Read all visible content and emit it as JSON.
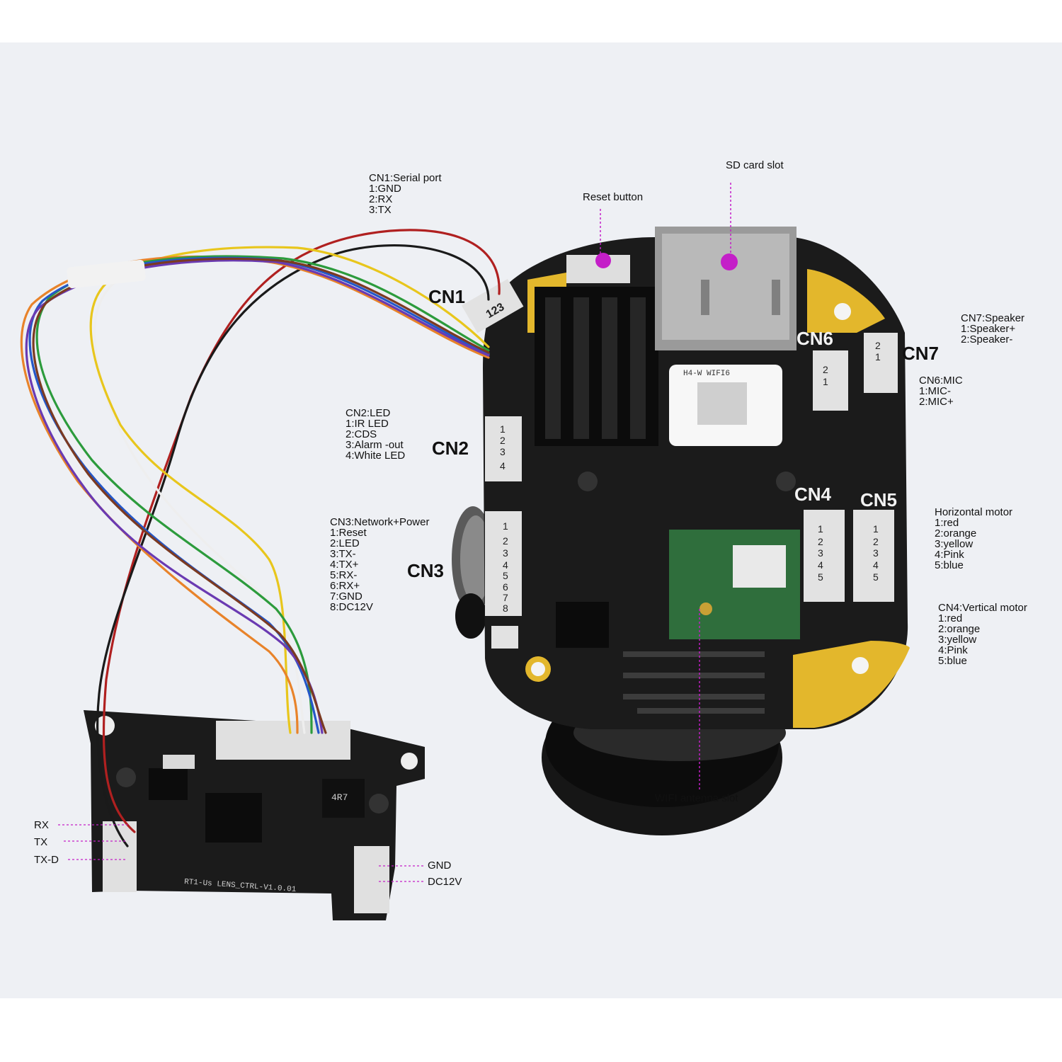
{
  "callouts": {
    "cn1": {
      "lines": [
        "CN1:Serial port",
        "1:GND",
        "2:RX",
        "3:TX"
      ]
    },
    "cn2": {
      "lines": [
        "CN2:LED",
        "1:IR LED",
        "2:CDS",
        "3:Alarm -out",
        "4:White LED"
      ]
    },
    "cn3": {
      "lines": [
        "CN3:Network+Power",
        "1:Reset",
        "2:LED",
        "3:TX-",
        "4:TX+",
        "5:RX-",
        "6:RX+",
        "7:GND",
        "8:DC12V"
      ]
    },
    "cn6": {
      "lines": [
        "CN6:MIC",
        "1:MIC-",
        "2:MIC+"
      ]
    },
    "cn7": {
      "lines": [
        "CN7:Speaker",
        "1:Speaker+",
        "2:Speaker-"
      ]
    },
    "horizontal": {
      "lines": [
        "Horizontal motor",
        "1:red",
        "2:orange",
        "3:yellow",
        "4:Pink",
        "5:blue"
      ]
    },
    "vertical": {
      "lines": [
        "CN4:Vertical motor",
        "1:red",
        "2:orange",
        "3:yellow",
        "4:Pink",
        "5:blue"
      ]
    }
  },
  "connector_tags": {
    "cn1": "CN1",
    "cn2": "CN2",
    "cn3": "CN3",
    "cn4": "CN4",
    "cn5": "CN5",
    "cn6": "CN6",
    "cn7": "CN7"
  },
  "components": {
    "reset_button": "Reset button",
    "sd_card_slot": "SD card slot",
    "wifi_antenna_slot": "WIFI antenna slot"
  },
  "small_board": {
    "rx": "RX",
    "tx": "TX",
    "txd": "TX-D",
    "gnd": "GND",
    "dc12v": "DC12V",
    "silk_text": "RT1-Us LENS_CTRL-V1.0.01",
    "inductor_code": "4R7"
  },
  "sticker": {
    "text": "H4-W WIFI6"
  },
  "pins": {
    "cn1": "123",
    "cn2": [
      "1",
      "2",
      "3",
      "4"
    ],
    "cn3": [
      "1",
      "2",
      "3",
      "4",
      "5",
      "6",
      "7",
      "8"
    ],
    "cn4": [
      "1",
      "2",
      "3",
      "4",
      "5"
    ],
    "cn5": [
      "1",
      "2",
      "3",
      "4",
      "5"
    ],
    "cn6": [
      "2",
      "1"
    ],
    "cn7": [
      "2",
      "1"
    ]
  },
  "colors": {
    "pcb": "#1b1b1b",
    "pad_gold": "#e3b72c",
    "accent_marker": "#c41fc8",
    "wifi_module": "#2f6e3c",
    "wire_red": "#b02020",
    "wire_black": "#1a1a1a",
    "wire_white": "#eeeeee",
    "wire_yellow": "#e8c61c",
    "wire_orange": "#e8832a",
    "wire_green": "#2c9b3c",
    "wire_blue": "#2457c8",
    "wire_purple": "#6a3ab2",
    "wire_brown": "#7b3a22"
  }
}
